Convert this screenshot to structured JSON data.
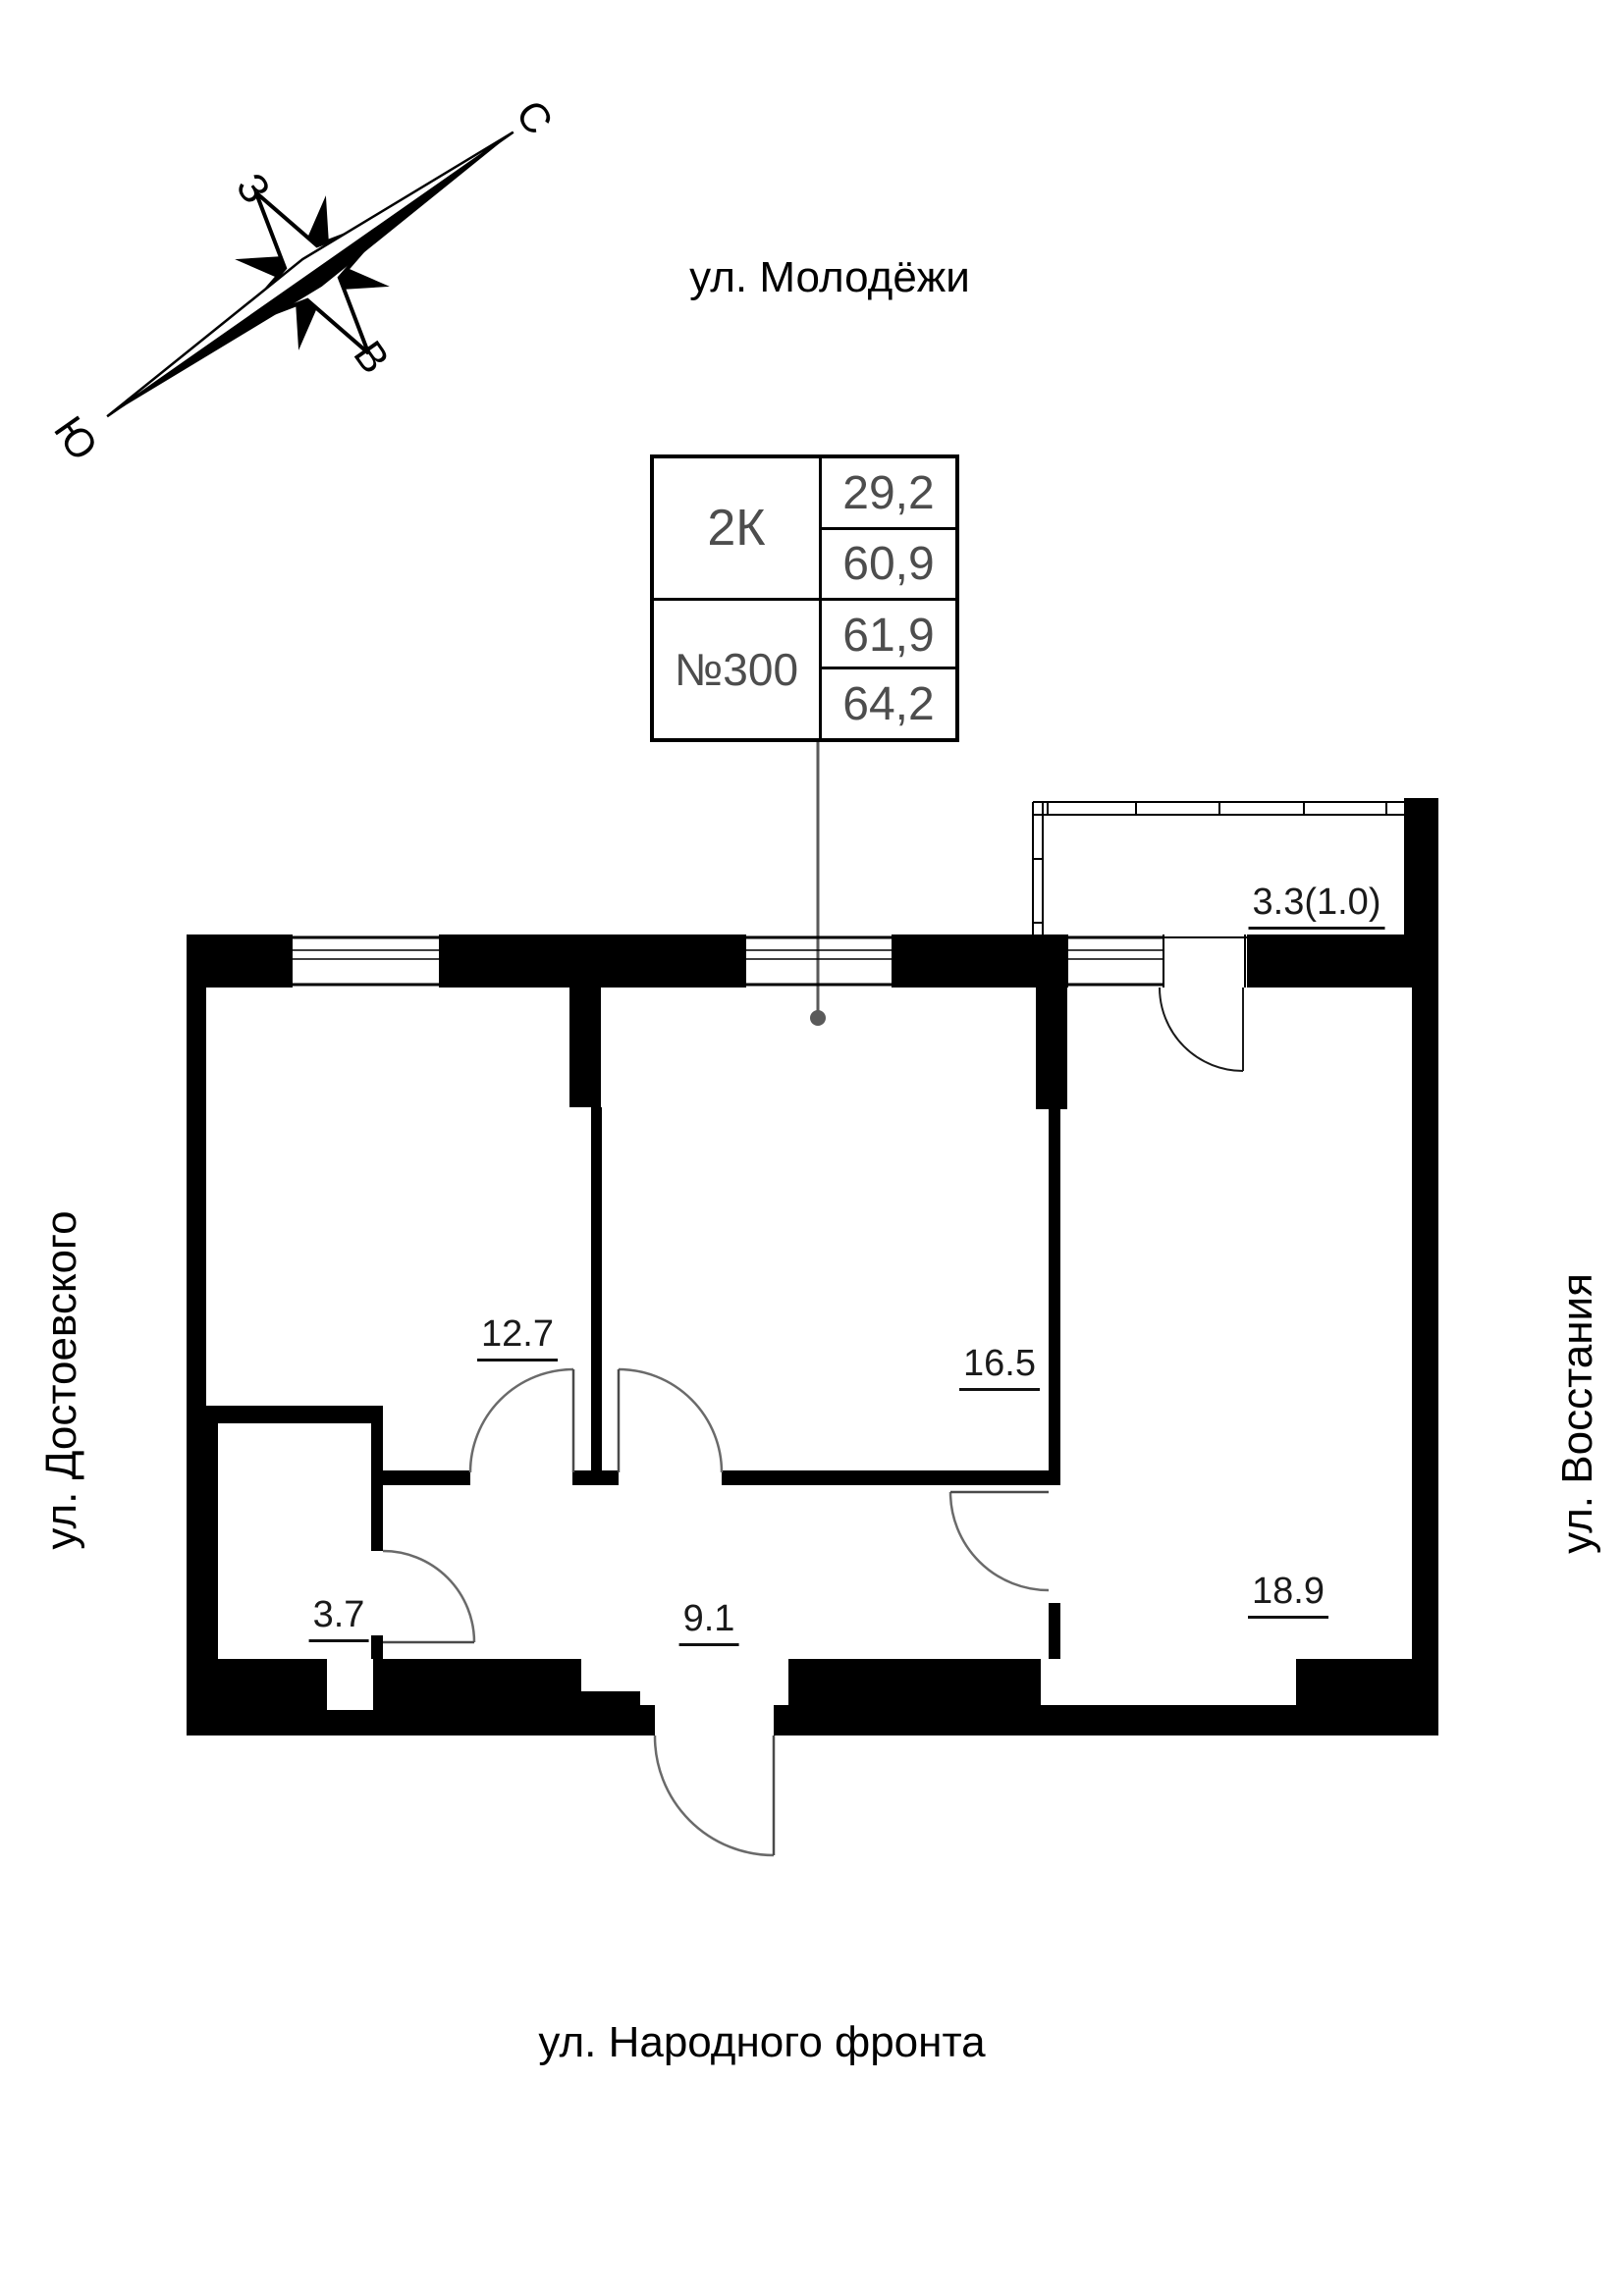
{
  "plan": {
    "streets": {
      "top": "ул. Молодёжи",
      "left": "ул. Достоевского",
      "right": "ул. Восстания",
      "bottom": "ул. Народного фронта"
    },
    "compass": {
      "n": "С",
      "s": "Ю",
      "w": "З",
      "e": "В"
    },
    "info_table": {
      "unit_type": "2К",
      "unit_number": "№300",
      "values": [
        "29,2",
        "60,9",
        "61,9",
        "64,2"
      ]
    },
    "rooms": {
      "room1": "12.7",
      "room2": "16.5",
      "room3": "18.9",
      "bathroom": "3.7",
      "hallway": "9.1",
      "balcony": "3.3(1.0)"
    },
    "colors": {
      "wall": "#000000",
      "room_label": "#1a1a1a",
      "table_text": "#4d4d4d",
      "door_arc": "#6a6a6a",
      "leader_line": "#5a5a5a"
    }
  }
}
